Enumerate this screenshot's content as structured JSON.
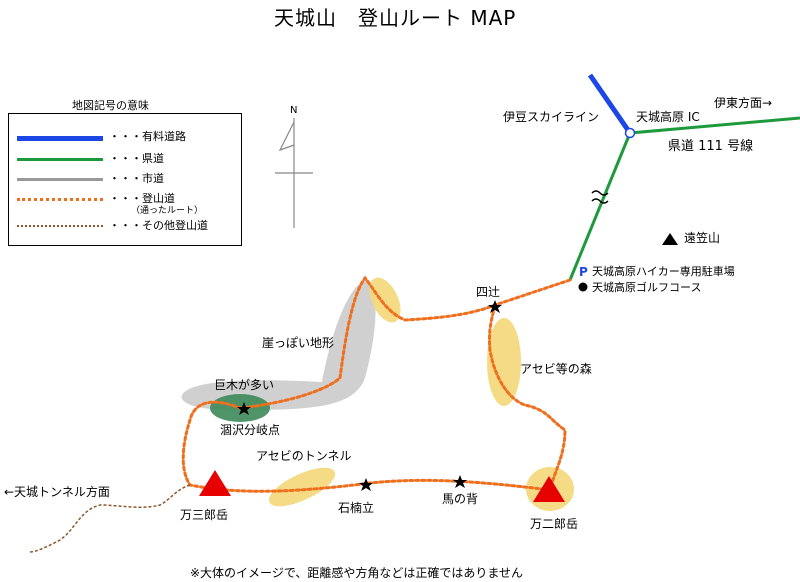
{
  "title": "天城山　登山ルート MAP",
  "legend": {
    "caption": "地図記号の意味",
    "items": [
      {
        "label": "・・・有料道路",
        "color": "#1a47e6",
        "style": "solid"
      },
      {
        "label": "・・・県道",
        "color": "#1e9a3c",
        "style": "solid"
      },
      {
        "label": "・・・市道",
        "color": "#9a9a9a",
        "style": "solid"
      },
      {
        "label": "・・・登山道",
        "color": "#ee6f1e",
        "style": "dotted-thick"
      },
      {
        "label": "・・・その他登山道",
        "color": "#8b5a2b",
        "style": "dotted-thin"
      }
    ],
    "note": "（通ったルート）"
  },
  "compass": {
    "label": "N"
  },
  "labels": {
    "izu_skyline": "伊豆スカイライン",
    "amagi_ic": "天城高原 IC",
    "ito": "伊東方面→",
    "route111": "県道 111 号線",
    "parking_mark": "P",
    "parking": "天城高原ハイカー専用駐車場",
    "golf": "天城高原ゴルフコース",
    "togasayama": "遠笠山",
    "yotsuji": "四辻",
    "gake": "崖っぽい地形",
    "kyoboku": "巨木が多い",
    "hisago": "涸沢分岐点",
    "asebi_forest": "アセビ等の森",
    "asebi_tunnel": "アセビのトンネル",
    "ishikusudate": "石楠立",
    "umanose": "馬の背",
    "banzaburo": "万三郎岳",
    "banjiro": "万二郎岳",
    "tunnel": "←天城トンネル方面",
    "disclaimer": "※大体のイメージで、距離感や方角などは正確ではありません"
  },
  "colors": {
    "toll_road": "#1a47e6",
    "prefectural_road": "#1e9a3c",
    "city_road": "#9a9a9a",
    "trail": "#ee6f1e",
    "other_trail": "#8b5a2b",
    "highlight": "#f5d77a",
    "terrain": "#c8c8c8",
    "big_trees": "#3d8a5a",
    "summit": "#e60000"
  }
}
